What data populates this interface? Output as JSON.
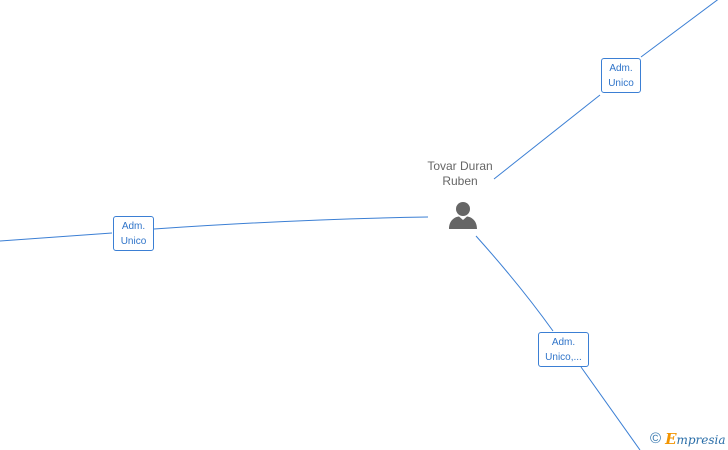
{
  "colors": {
    "edge": "#3b7fd4",
    "label_text": "#2f74c9",
    "person": "#666666",
    "brand_accent": "#f29400",
    "brand_main": "#2a6ea8"
  },
  "person": {
    "name_line1": "Tovar Duran",
    "name_line2": "Ruben",
    "icon": "person-icon"
  },
  "edges": [
    {
      "label_line1": "Adm.",
      "label_line2": "Unico"
    },
    {
      "label_line1": "Adm.",
      "label_line2": "Unico"
    },
    {
      "label_line1": "Adm.",
      "label_line2": "Unico,..."
    }
  ],
  "footer": {
    "copyright_symbol": "©",
    "brand_first": "E",
    "brand_rest": "mpresia"
  }
}
